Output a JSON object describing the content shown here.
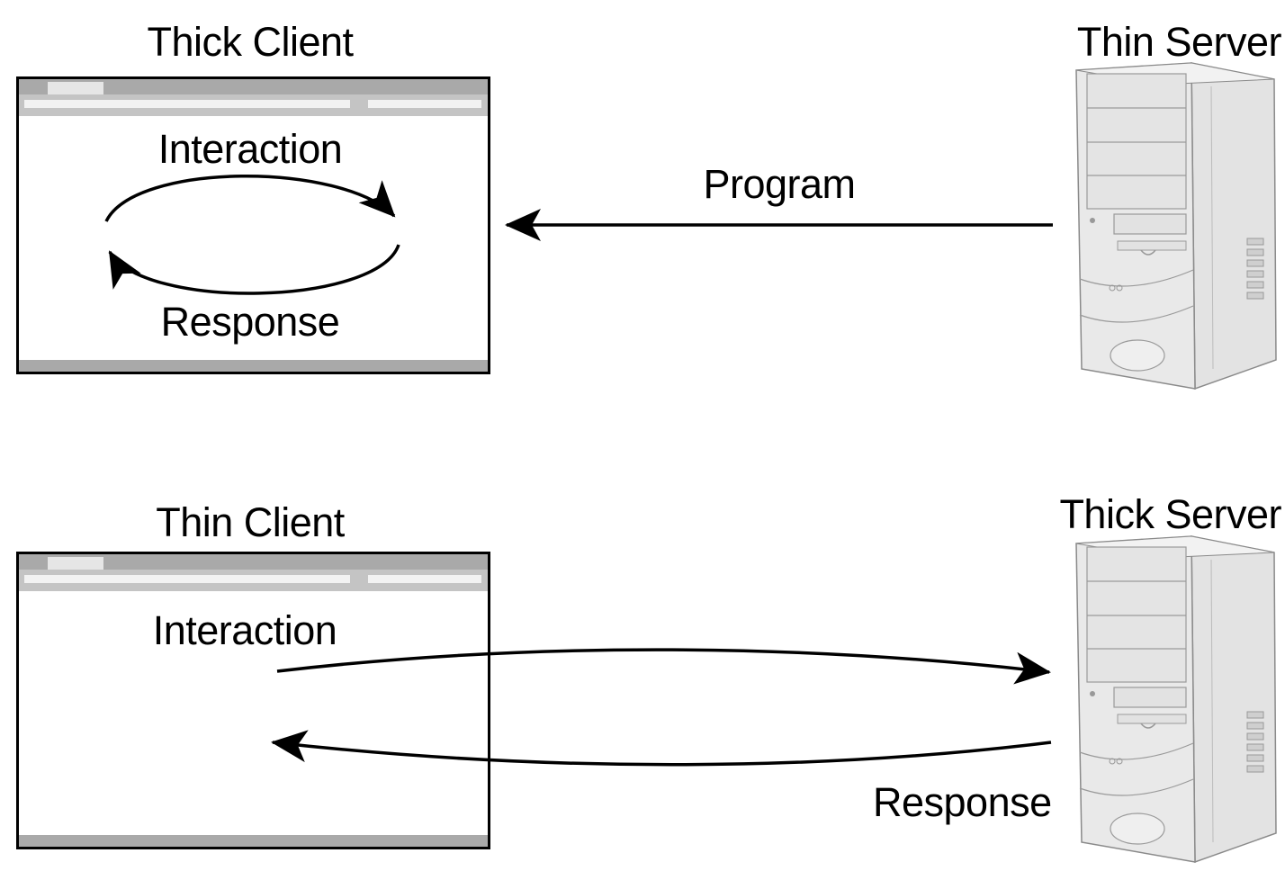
{
  "top": {
    "client_title": "Thick Client",
    "server_title": "Thin Server",
    "interaction_label": "Interaction",
    "response_label": "Response",
    "program_label": "Program"
  },
  "bottom": {
    "client_title": "Thin Client",
    "server_title": "Thick Server",
    "interaction_label": "Interaction",
    "response_label": "Response"
  },
  "icons": {
    "client": "browser-window-icon",
    "server": "server-tower-icon"
  }
}
